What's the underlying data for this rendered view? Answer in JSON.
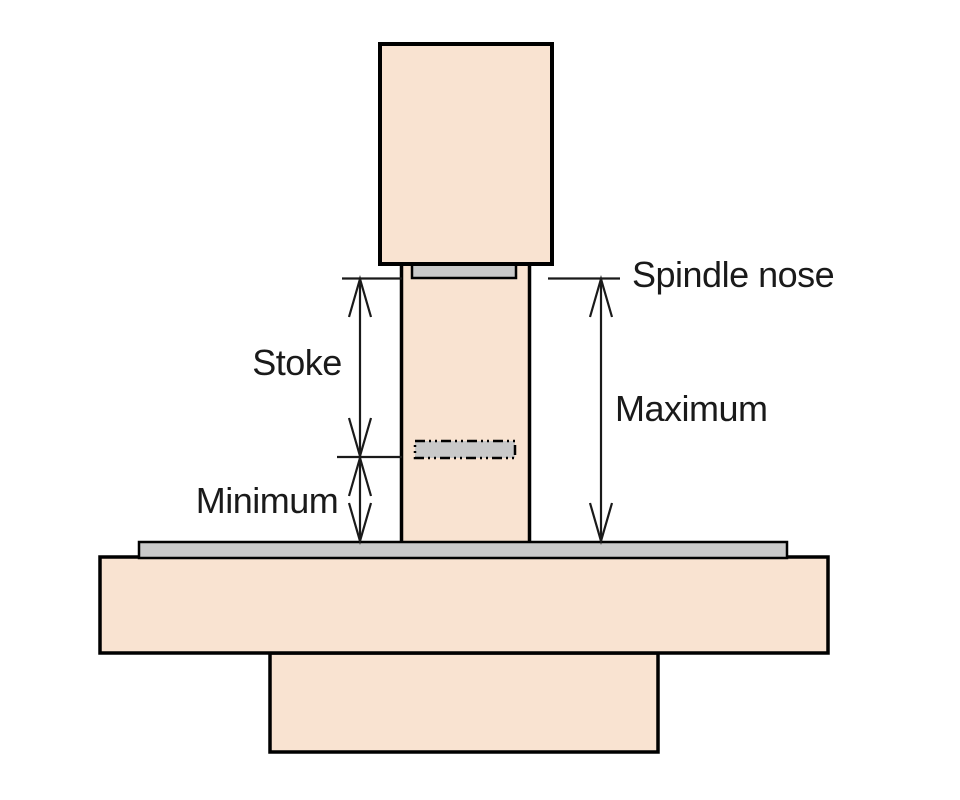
{
  "diagram": {
    "description": "Machine tool spindle stroke schematic",
    "labels": {
      "spindle_nose": "Spindle nose",
      "stroke": "Stoke",
      "maximum": "Maximum",
      "minimum": "Minimum"
    },
    "colors": {
      "background": "#ffffff",
      "body_fill": "#f9e3d1",
      "metal_fill": "#c9c9c9",
      "outline": "#000000",
      "dimension_line": "#1a1a1a",
      "text": "#1a1a1a"
    }
  }
}
